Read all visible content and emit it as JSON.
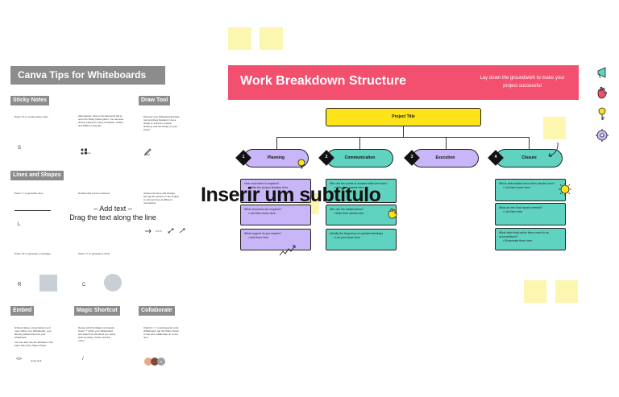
{
  "tips": {
    "title": "Canva Tips for Whiteboards",
    "sticky_notes": {
      "label": "Sticky Notes",
      "col1_text": "Press \"S\" to create sticky notes",
      "col2_text": "Alternatively, click on the Elements tab to open the Sticky Notes panel. You can also access panels for Lines & Shapes, Charts, and Tables in this tab.",
      "key": "S",
      "elements_text": "Elements"
    },
    "draw_tool": {
      "label": "Draw Tool",
      "text": "Discover your Whiteboard's Draw tool and draw freehand. Use a shape or a line for a quick drawing, and the shape on your board.",
      "caption": "Draw"
    },
    "lines_shapes": {
      "label": "Lines and Shapes",
      "line_text": "Press \"L\" to generate lines",
      "line_key": "L",
      "double_click_text": "Double-click a line to add text",
      "add_text": "– Add text –",
      "drag_text": "Drag the text along the line",
      "elbow_text": "Choose the lines and change among the options on the toolbar to connect lines at different orientations.",
      "rect_text": "Press \"R\" to generate a rectangle",
      "rect_key": "R",
      "circle_text": "Press \"C\" to generate a circle",
      "circle_key": "C"
    },
    "embed": {
      "label": "Embed",
      "text1": "Embed videos, presentations and more within your Whiteboard, your directly pasted links into your whiteboard.",
      "text2": "You can also use the Embeds in the Apps Tab of the Object Panel.",
      "caption": "Copy Link"
    },
    "magic_shortcut": {
      "label": "Magic Shortcut",
      "text": "Design with the Magic commands. Press \"/\" within your Whiteboard and search for elements you need, such as sticky, charts, and the more!",
      "key": "/"
    },
    "collaborate": {
      "label": "Collaborate",
      "text": "Click the \"+\" to add people to the Whiteboard, tap the Share button to see who collaborate on it real time."
    }
  },
  "wbs": {
    "title": "Work Breakdown Structure",
    "subtitle": "Lay down the groundwork to make your project successful",
    "project_title": "Project Title",
    "phases": [
      {
        "num": "1",
        "label": "Planning"
      },
      {
        "num": "2",
        "label": "Communication"
      },
      {
        "num": "3",
        "label": "Execution"
      },
      {
        "num": "4",
        "label": "Closure"
      }
    ],
    "planning_tasks": [
      {
        "q": "How much time is required?",
        "b": "Write the project duration here"
      },
      {
        "q": "What resources are required?",
        "b": "List them down here"
      },
      {
        "q": "What support do you require?",
        "b": "Add them here"
      }
    ],
    "communication_tasks": [
      {
        "q": "Who are the points of contact within the team?",
        "b": "Write their names here"
      },
      {
        "q": "Who are the stakeholders?",
        "b": "Write their names here"
      },
      {
        "q": "Identify the frequency of updates/meetings",
        "b": "List your ideas here"
      }
    ],
    "closure_tasks": [
      {
        "q": "Which deliverables have been handed over?",
        "b": "List them down here"
      },
      {
        "q": "What are the final reports needed?",
        "b": "List them here"
      },
      {
        "q": "What other final action items need to be accomplished?",
        "b": "Enumerate them here"
      }
    ]
  },
  "overlay_subtitle": "Inserir um subtítulo",
  "colors": {
    "banner": "#f34f6e",
    "project": "#ffe31a",
    "purple": "#c8b6f8",
    "teal": "#5fd3c0",
    "sticky": "#fdf6b0",
    "label_grey": "#8c8c8c"
  }
}
